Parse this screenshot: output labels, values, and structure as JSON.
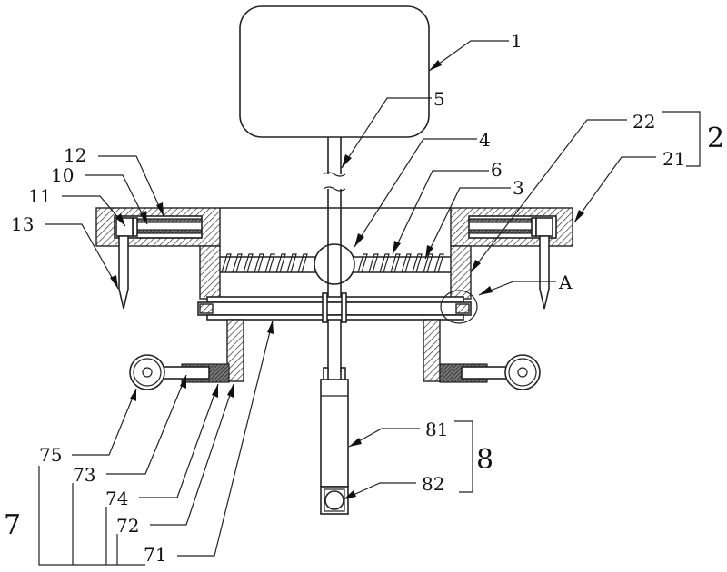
{
  "figure": {
    "type": "patent mechanical schematic",
    "labels": {
      "l1": "1",
      "l2": "2",
      "l21": "21",
      "l22": "22",
      "l3": "3",
      "l4": "4",
      "l5": "5",
      "l6": "6",
      "l7": "7",
      "l71": "71",
      "l72": "72",
      "l73": "73",
      "l74": "74",
      "l75": "75",
      "l8": "8",
      "l81": "81",
      "l82": "82",
      "l10": "10",
      "l11": "11",
      "l12": "12",
      "l13": "13",
      "lA": "A"
    },
    "groups": [
      {
        "group": "2",
        "members": [
          "21",
          "22"
        ]
      },
      {
        "group": "7",
        "members": [
          "71",
          "72",
          "73",
          "74",
          "75"
        ]
      },
      {
        "group": "8",
        "members": [
          "81",
          "82"
        ]
      }
    ],
    "detail_marker": "A",
    "colors": {
      "line": "#222222",
      "background": "#ffffff"
    }
  }
}
